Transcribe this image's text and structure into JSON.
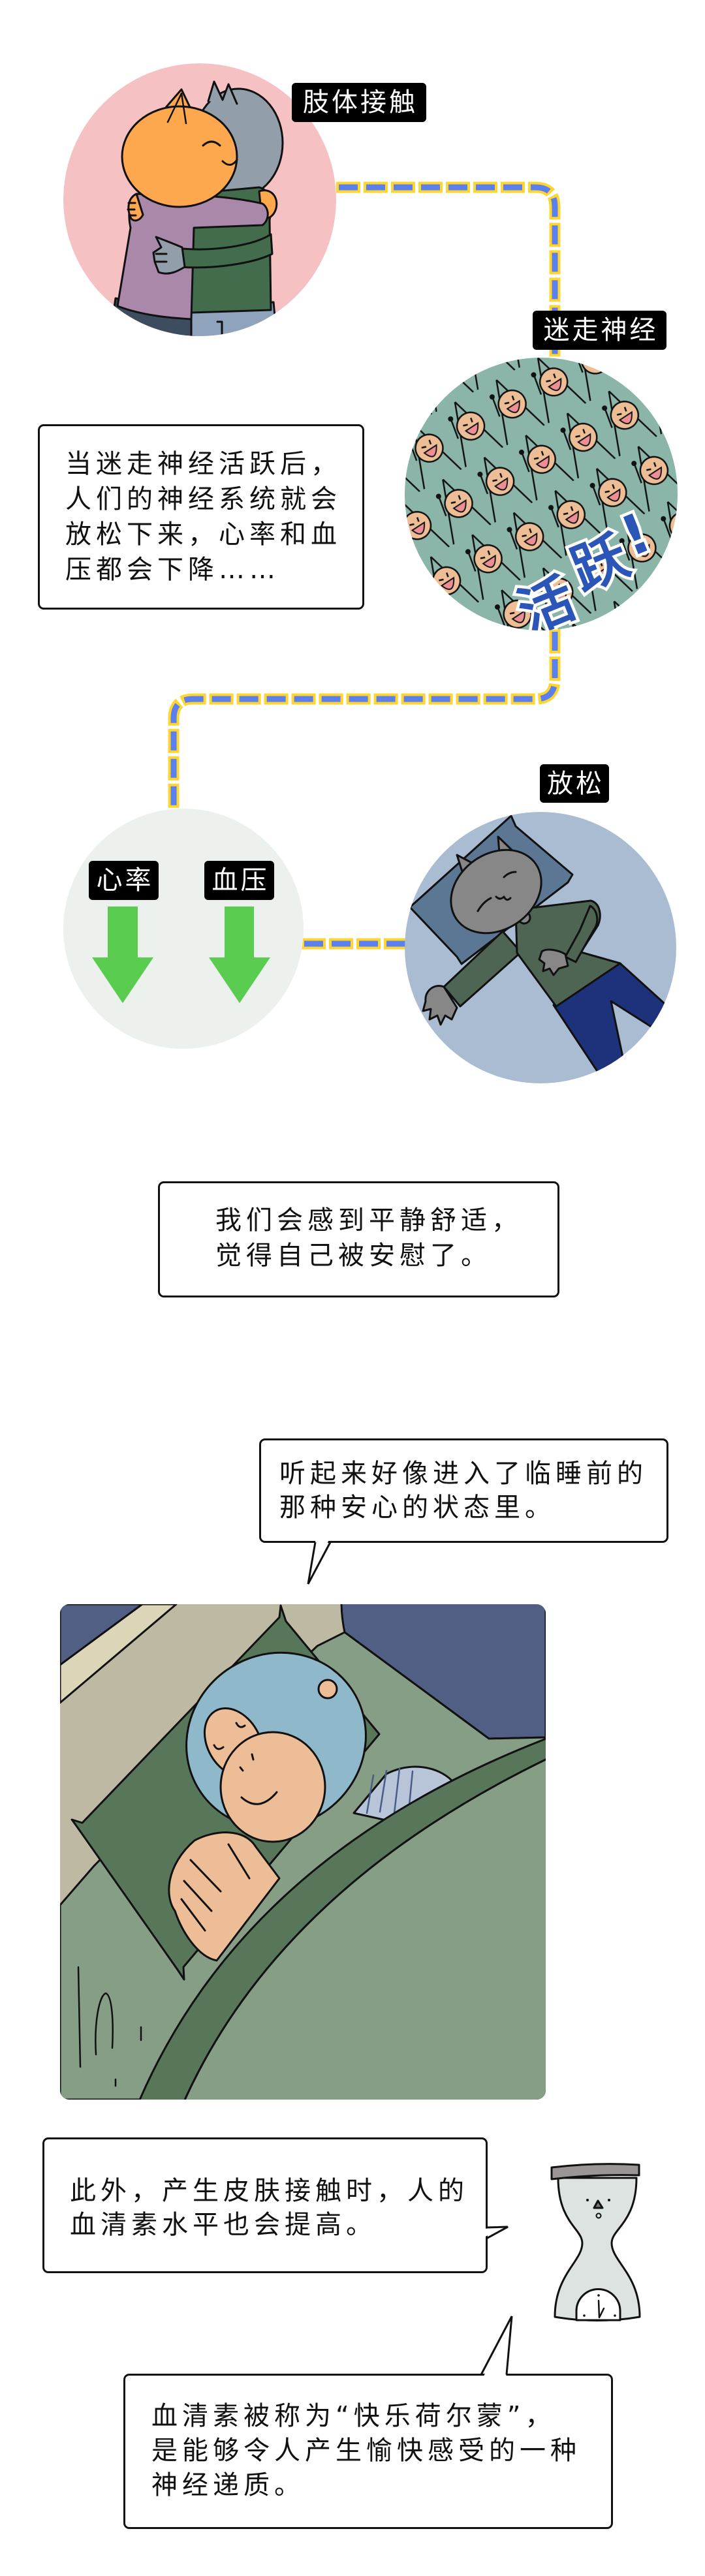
{
  "flow": {
    "labels": {
      "skin_contact": "肢体接触",
      "vagus_nerve": "迷走神经",
      "relax": "放松",
      "heart_rate": "心率",
      "blood_pressure": "血压"
    },
    "vagus_exclaim": {
      "char1": "活",
      "char2": "跃",
      "mark": "!"
    },
    "arrows": [
      {
        "label_ref": "heart_rate",
        "direction": "down",
        "icon": "arrow-down-icon"
      },
      {
        "label_ref": "blood_pressure",
        "direction": "down",
        "icon": "arrow-down-icon"
      }
    ]
  },
  "captions": {
    "vagus_effect": [
      "当迷走神经活跃后，",
      "人们的神经系统就会",
      "放松下来，心率和血",
      "压都会下降……"
    ],
    "comforted": [
      "我们会感到平静舒适，",
      "觉得自己被安慰了。"
    ]
  },
  "dialogue": {
    "sleep_state": [
      "听起来好像进入了临睡前的",
      "那种安心的状态里。"
    ],
    "serotonin_rise": [
      "此外，产生皮肤接触时，人的",
      "血清素水平也会提高。"
    ],
    "serotonin_definition": [
      "血清素被称为“快乐荷尔蒙”，",
      "是能够令人产生愉快感受的一种",
      "神经递质。"
    ]
  },
  "colors": {
    "connector_fill": "#5A7FEE",
    "connector_outline": "#FFD52E",
    "skin_contact_bg": "#F5C1C2",
    "vagus_bg": "#8AB5A8",
    "vitals_bg": "#EDF1EE",
    "relax_bg": "#A9BCD2",
    "arrow_green": "#5ACD50",
    "tag_bg": "#000000",
    "exclaim_blue": "#2C55B8"
  }
}
